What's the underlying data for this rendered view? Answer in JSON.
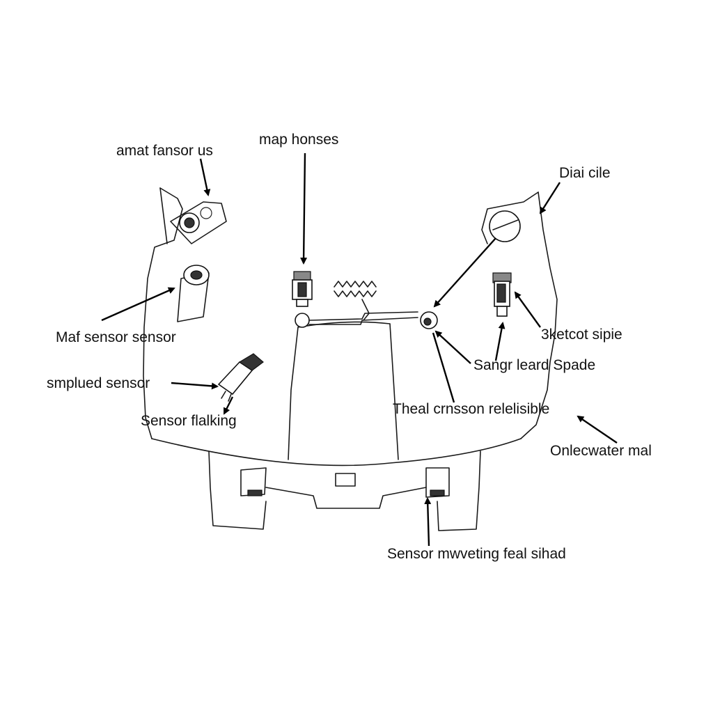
{
  "labels": {
    "amat_fansor": "amat fansor us",
    "map_honses": "map honses",
    "dial_cile": "Diai cile",
    "maf_sensor": "Maf sensor sensor",
    "smplued_sensor": "smplued sensor",
    "sensor_flalking": "Sensor flalking",
    "sketcot_sipie": "3ketcot sipie",
    "sangr_leard": "Sangr leard Spade",
    "theal_crnsson": "Theal crnsson relelisible",
    "onlecwater_mal": "Onlecwater mal",
    "sensor_mwveting": "Sensor mwveting feal sihad"
  },
  "colors": {
    "line": "#1a1a1a",
    "text": "#111111",
    "background": "#ffffff"
  }
}
